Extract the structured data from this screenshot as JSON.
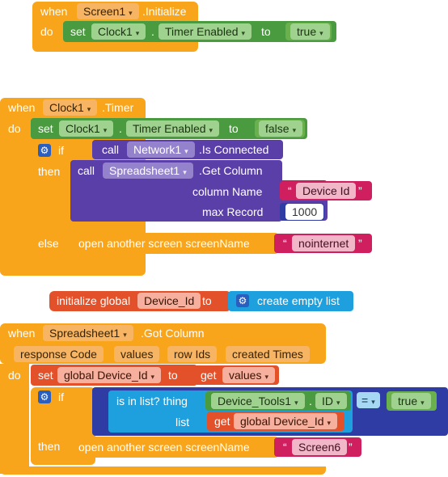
{
  "block1": {
    "when": "when",
    "component": "Screen1",
    "event": ".Initialize",
    "do": "do",
    "set": "set",
    "set_component": "Clock1",
    "dot": ".",
    "property": "Timer Enabled",
    "to": "to",
    "value": "true"
  },
  "block2": {
    "when": "when",
    "component": "Clock1",
    "event": ".Timer",
    "do": "do",
    "set": "set",
    "set_component": "Clock1",
    "dot": ".",
    "property": "Timer Enabled",
    "to": "to",
    "value": "false",
    "if": "if",
    "call1": "call",
    "call1_component": "Network1",
    "call1_method": ".Is Connected",
    "then": "then",
    "call2": "call",
    "call2_component": "Spreadsheet1",
    "call2_method": ".Get Column",
    "arg1_name": "column Name",
    "arg1_value": "Device Id",
    "arg2_name": "max Record",
    "arg2_value": "1000",
    "else": "else",
    "open_screen": "open another screen  screenName",
    "screen_value": "nointernet"
  },
  "block3": {
    "init": "initialize global",
    "var": "Device_Id",
    "to": "to",
    "create": "create empty list"
  },
  "block4": {
    "when": "when",
    "component": "Spreadsheet1",
    "event": ".Got Column",
    "params": [
      "response Code",
      "values",
      "row Ids",
      "created Times"
    ],
    "do": "do",
    "set": "set",
    "set_var": "global Device_Id",
    "to": "to",
    "get": "get",
    "get_var": "values",
    "if": "if",
    "is_in_list": "is in list? thing",
    "thing_component": "Device_Tools1",
    "dot": ".",
    "thing_property": "ID",
    "eq": "=",
    "eq_value": "true",
    "list": "list",
    "list_get": "get",
    "list_var": "global Device_Id",
    "then": "then",
    "open_screen": "open another screen  screenName",
    "screen_value": "Screen6"
  },
  "quote_open": "“",
  "quote_close": "”",
  "dropdown_caret": "▾",
  "icons": {
    "gear": "gear-icon"
  }
}
